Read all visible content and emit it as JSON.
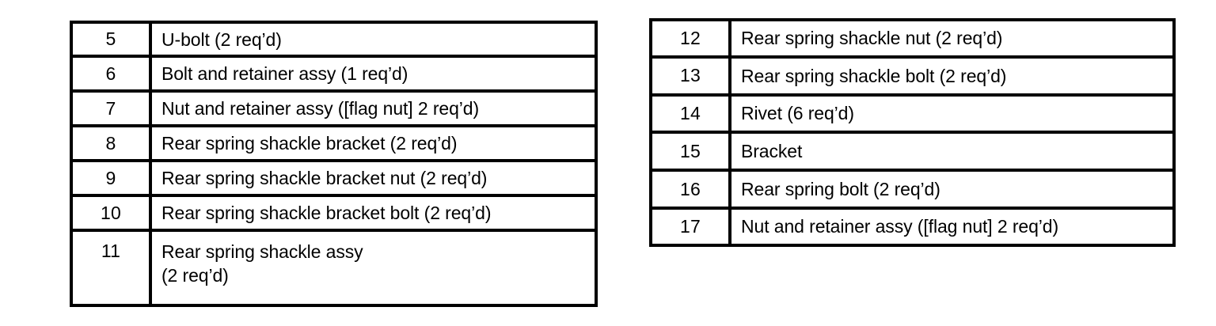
{
  "document": {
    "type": "parts-legend",
    "background_color": "#ffffff",
    "text_color": "#000000",
    "border_color": "#000000"
  },
  "tables": [
    {
      "id": "left",
      "columns": [
        "item-number",
        "item-description"
      ],
      "rows": [
        {
          "number": "5",
          "description": "U-bolt (2 req’d)",
          "multiline": false
        },
        {
          "number": "6",
          "description": "Bolt and retainer assy (1 req’d)",
          "multiline": false
        },
        {
          "number": "7",
          "description": "Nut and retainer assy ([flag nut] 2 req’d)",
          "multiline": false
        },
        {
          "number": "8",
          "description": "Rear spring shackle bracket (2 req’d)",
          "multiline": false
        },
        {
          "number": "9",
          "description": "Rear spring shackle bracket nut (2 req’d)",
          "multiline": false
        },
        {
          "number": "10",
          "description": "Rear spring shackle bracket bolt (2 req’d)",
          "multiline": false
        },
        {
          "number": "11",
          "description": "Rear spring shackle assy\n(2 req’d)",
          "multiline": true
        }
      ]
    },
    {
      "id": "right",
      "columns": [
        "item-number",
        "item-description"
      ],
      "rows": [
        {
          "number": "12",
          "description": "Rear spring shackle nut (2 req’d)",
          "multiline": false
        },
        {
          "number": "13",
          "description": "Rear spring shackle bolt (2 req’d)",
          "multiline": false
        },
        {
          "number": "14",
          "description": "Rivet (6 req’d)",
          "multiline": false
        },
        {
          "number": "15",
          "description": "Bracket",
          "multiline": false
        },
        {
          "number": "16",
          "description": "Rear spring bolt (2 req’d)",
          "multiline": false
        },
        {
          "number": "17",
          "description": "Nut and retainer assy ([flag nut] 2 req’d)",
          "multiline": false
        }
      ]
    }
  ]
}
